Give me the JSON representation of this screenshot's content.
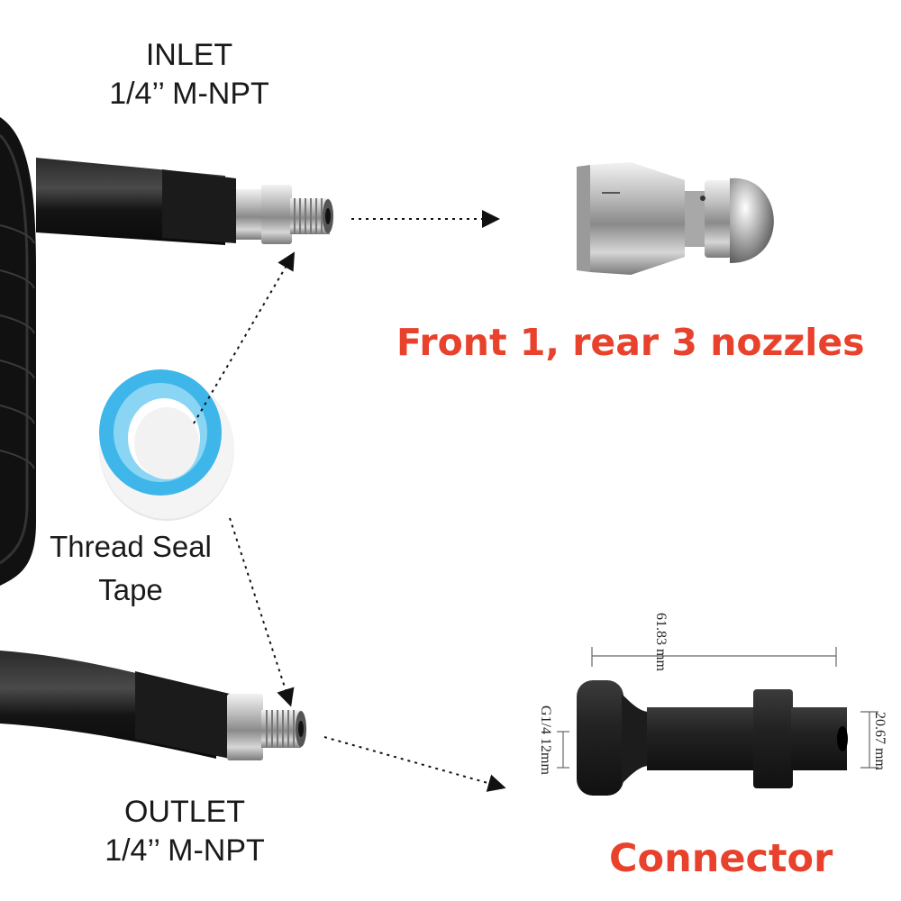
{
  "labels": {
    "inlet": "INLET\n1/4’’ M-NPT",
    "outlet": "OUTLET\n1/4’’ M-NPT",
    "tape": "Thread Seal\nTape",
    "nozzle_caption": "Front 1, rear 3 nozzles",
    "connector_caption": "Connector"
  },
  "dimensions": {
    "length": "61.83 mm",
    "diameter": "20.67 mm",
    "thread": "G1/4 12mm"
  },
  "colors": {
    "caption_red": "#e8412c",
    "hose_black": "#151515",
    "tape_blue": "#3fb6ea",
    "steel": "#b9bcbf"
  }
}
